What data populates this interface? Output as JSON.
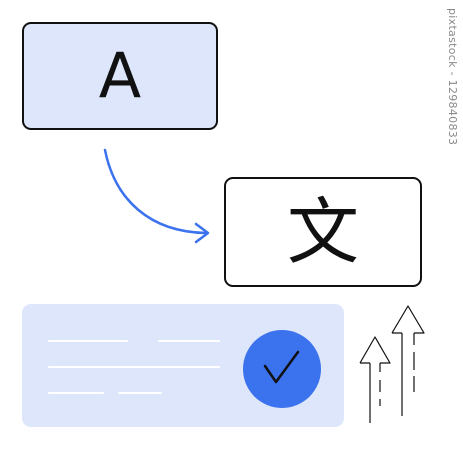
{
  "source_card": {
    "glyph": "A",
    "fill": "#dde6fb"
  },
  "target_card": {
    "glyph": "文",
    "fill": "#ffffff"
  },
  "translate_arrow": {
    "color": "#3b72ee",
    "icon": "curved-arrow-right"
  },
  "result_card": {
    "fill": "#dde6fb",
    "placeholder_lines": 5,
    "badge": {
      "icon": "checkmark-icon",
      "color": "#3b72ee"
    }
  },
  "growth_arrows": {
    "icon": "double-up-arrow",
    "color": "#111111"
  },
  "watermark": "pixtastock - 129840833"
}
